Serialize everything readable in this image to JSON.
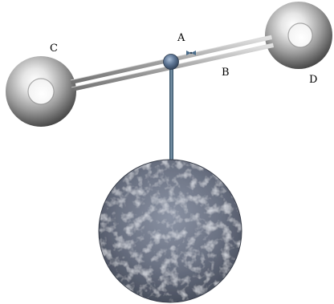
{
  "diagram": {
    "labels": {
      "a": "A",
      "b": "B",
      "c": "C",
      "d": "D"
    },
    "colors": {
      "background": "#ffffff",
      "ring": "#9a9a9a",
      "rod": "#a8a8a8",
      "string": "#4d6a80",
      "ball": "#6e7585",
      "bead": "#5a6f8a",
      "knot": "#4a6c8a"
    }
  }
}
